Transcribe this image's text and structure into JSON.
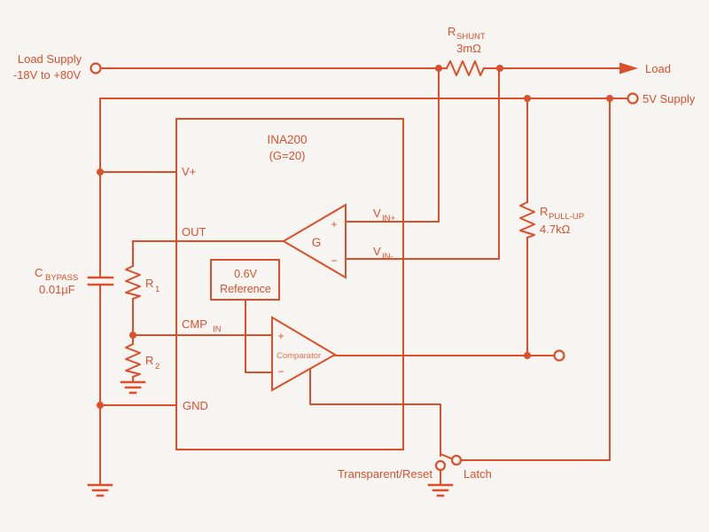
{
  "colors": {
    "background": "#f7f5f2",
    "line": "#dd4f2a",
    "text": "#d8512e"
  },
  "source": {
    "load_supply_line1": "Load Supply",
    "load_supply_line2": "-18V to +80V",
    "load_label": "Load",
    "supply_5v_label": "5V Supply"
  },
  "components": {
    "r_shunt": {
      "ref": "R",
      "sub": "SHUNT",
      "value": "3mΩ"
    },
    "r_pullup": {
      "ref": "R",
      "sub": "PULL-UP",
      "value": "4.7kΩ"
    },
    "c_bypass": {
      "ref": "C",
      "sub": "BYPASS",
      "value": "0.01µF"
    },
    "r1": {
      "ref": "R",
      "sub": "1"
    },
    "r2": {
      "ref": "R",
      "sub": "2"
    },
    "reference": {
      "line1": "0.6V",
      "line2": "Reference"
    }
  },
  "ina200": {
    "part_number": "INA200",
    "gain_note": "(G=20)",
    "pins": {
      "v_plus": "V+",
      "out": "OUT",
      "cmp": "CMP",
      "cmp_sub": "IN",
      "gnd": "GND",
      "vin_plus": "V",
      "vin_plus_sub": "IN+",
      "vin_minus": "V",
      "vin_minus_sub": "IN-"
    },
    "amplifier": {
      "label": "G",
      "plus": "+",
      "minus": "−"
    },
    "comparator": {
      "label": "Comparator",
      "plus": "+",
      "minus": "−"
    }
  },
  "latch_switch": {
    "left_label": "Transparent/Reset",
    "right_label": "Latch"
  }
}
